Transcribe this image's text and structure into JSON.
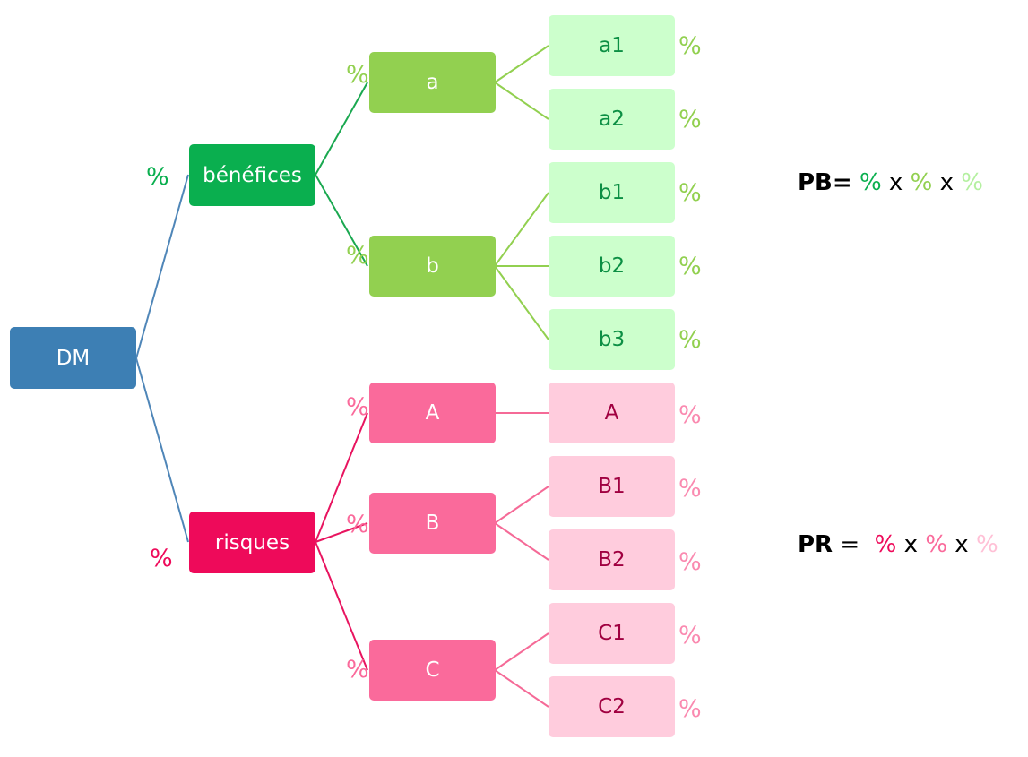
{
  "colors": {
    "root": "#3d7fb4",
    "benefit_lvl1": "#0aaf4f",
    "benefit_lvl2": "#92d050",
    "benefit_lvl3": "#ccffcc",
    "benefit_lvl3_text": "#0c8f44",
    "risk_lvl1": "#ee0a5a",
    "risk_lvl2": "#fa6a9b",
    "risk_lvl3": "#ffccdd",
    "risk_lvl3_text": "#a00040"
  },
  "tree": {
    "root": {
      "label": "DM"
    },
    "benefices": {
      "label": "bénéfices",
      "pct": "%"
    },
    "a": {
      "label": "a",
      "pct": "%"
    },
    "b": {
      "label": "b",
      "pct": "%"
    },
    "a1": {
      "label": "a1",
      "pct": "%"
    },
    "a2": {
      "label": "a2",
      "pct": "%"
    },
    "b1": {
      "label": "b1",
      "pct": "%"
    },
    "b2": {
      "label": "b2",
      "pct": "%"
    },
    "b3": {
      "label": "b3",
      "pct": "%"
    },
    "risques": {
      "label": "risques",
      "pct": "%"
    },
    "A": {
      "label": "A",
      "pct": "%"
    },
    "B": {
      "label": "B",
      "pct": "%"
    },
    "C": {
      "label": "C",
      "pct": "%"
    },
    "A_leaf": {
      "label": "A",
      "pct": "%"
    },
    "B1": {
      "label": "B1",
      "pct": "%"
    },
    "B2": {
      "label": "B2",
      "pct": "%"
    },
    "C1": {
      "label": "C1",
      "pct": "%"
    },
    "C2": {
      "label": "C2",
      "pct": "%"
    }
  },
  "formulas": {
    "pb": {
      "label": "PB",
      "eq": "=",
      "p1": "%",
      "x1": "x",
      "p2": "%",
      "x2": "x",
      "p3": "%"
    },
    "pr": {
      "label": "PR",
      "eq": " = ",
      "p1": "%",
      "x1": "x",
      "p2": "%",
      "x2": "x",
      "p3": "%"
    }
  }
}
